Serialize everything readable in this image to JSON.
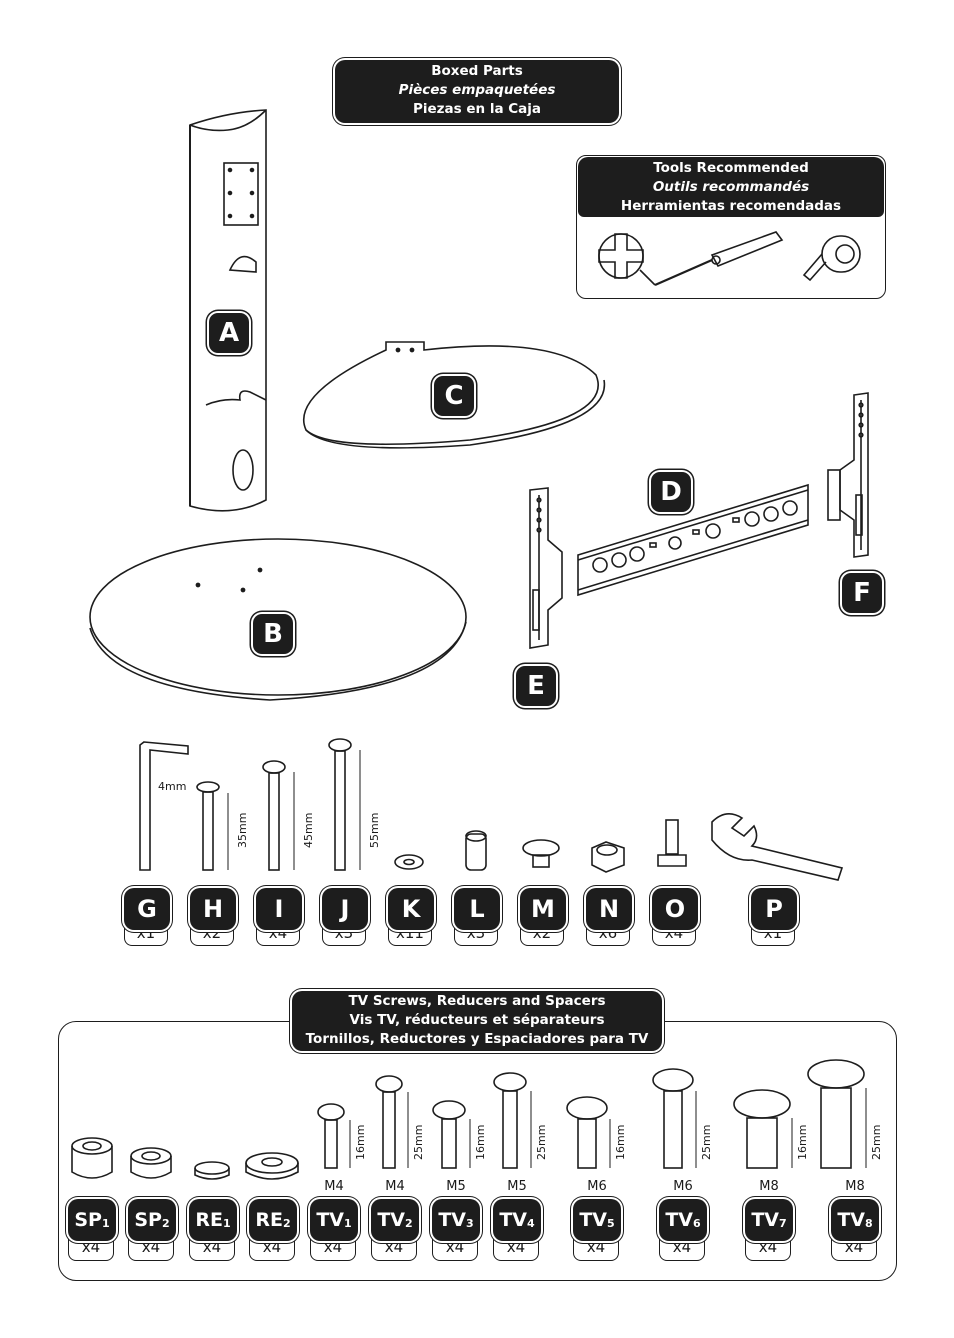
{
  "boxed_parts": {
    "en": "Boxed Parts",
    "fr": "Pièces empaquetées",
    "es": "Piezas en la Caja"
  },
  "tools": {
    "en": "Tools Recommended",
    "fr": "Outils recommandés",
    "es": "Herramientas recomendadas"
  },
  "tv_section": {
    "en": "TV Screws, Reducers and Spacers",
    "fr": "Vis TV, réducteurs et séparateurs",
    "es": "Tornillos, Reductores y Espaciadores para TV"
  },
  "components": [
    "A",
    "B",
    "C",
    "D",
    "E",
    "F"
  ],
  "hardware": [
    {
      "code": "G",
      "qty": "x1"
    },
    {
      "code": "H",
      "qty": "x2"
    },
    {
      "code": "I",
      "qty": "x4"
    },
    {
      "code": "J",
      "qty": "x3"
    },
    {
      "code": "K",
      "qty": "x11"
    },
    {
      "code": "L",
      "qty": "x3"
    },
    {
      "code": "M",
      "qty": "x2"
    },
    {
      "code": "N",
      "qty": "x6"
    },
    {
      "code": "O",
      "qty": "x4"
    },
    {
      "code": "P",
      "qty": "x1"
    }
  ],
  "hardware_labels": {
    "allen": "4mm",
    "h_len": "35mm",
    "i_len": "45mm",
    "j_len": "55mm"
  },
  "tv_parts": [
    {
      "code": "SP",
      "sub": "1",
      "qty": "x4",
      "size": "",
      "len": ""
    },
    {
      "code": "SP",
      "sub": "2",
      "qty": "x4",
      "size": "",
      "len": ""
    },
    {
      "code": "RE",
      "sub": "1",
      "qty": "x4",
      "size": "",
      "len": ""
    },
    {
      "code": "RE",
      "sub": "2",
      "qty": "x4",
      "size": "",
      "len": ""
    },
    {
      "code": "TV",
      "sub": "1",
      "qty": "x4",
      "size": "M4",
      "len": "16mm"
    },
    {
      "code": "TV",
      "sub": "2",
      "qty": "x4",
      "size": "M4",
      "len": "25mm"
    },
    {
      "code": "TV",
      "sub": "3",
      "qty": "x4",
      "size": "M5",
      "len": "16mm"
    },
    {
      "code": "TV",
      "sub": "4",
      "qty": "x4",
      "size": "M5",
      "len": "25mm"
    },
    {
      "code": "TV",
      "sub": "5",
      "qty": "x4",
      "size": "M6",
      "len": "16mm"
    },
    {
      "code": "TV",
      "sub": "6",
      "qty": "x4",
      "size": "M6",
      "len": "25mm"
    },
    {
      "code": "TV",
      "sub": "7",
      "qty": "x4",
      "size": "M8",
      "len": "16mm"
    },
    {
      "code": "TV",
      "sub": "8",
      "qty": "x4",
      "size": "M8",
      "len": "25mm"
    }
  ]
}
